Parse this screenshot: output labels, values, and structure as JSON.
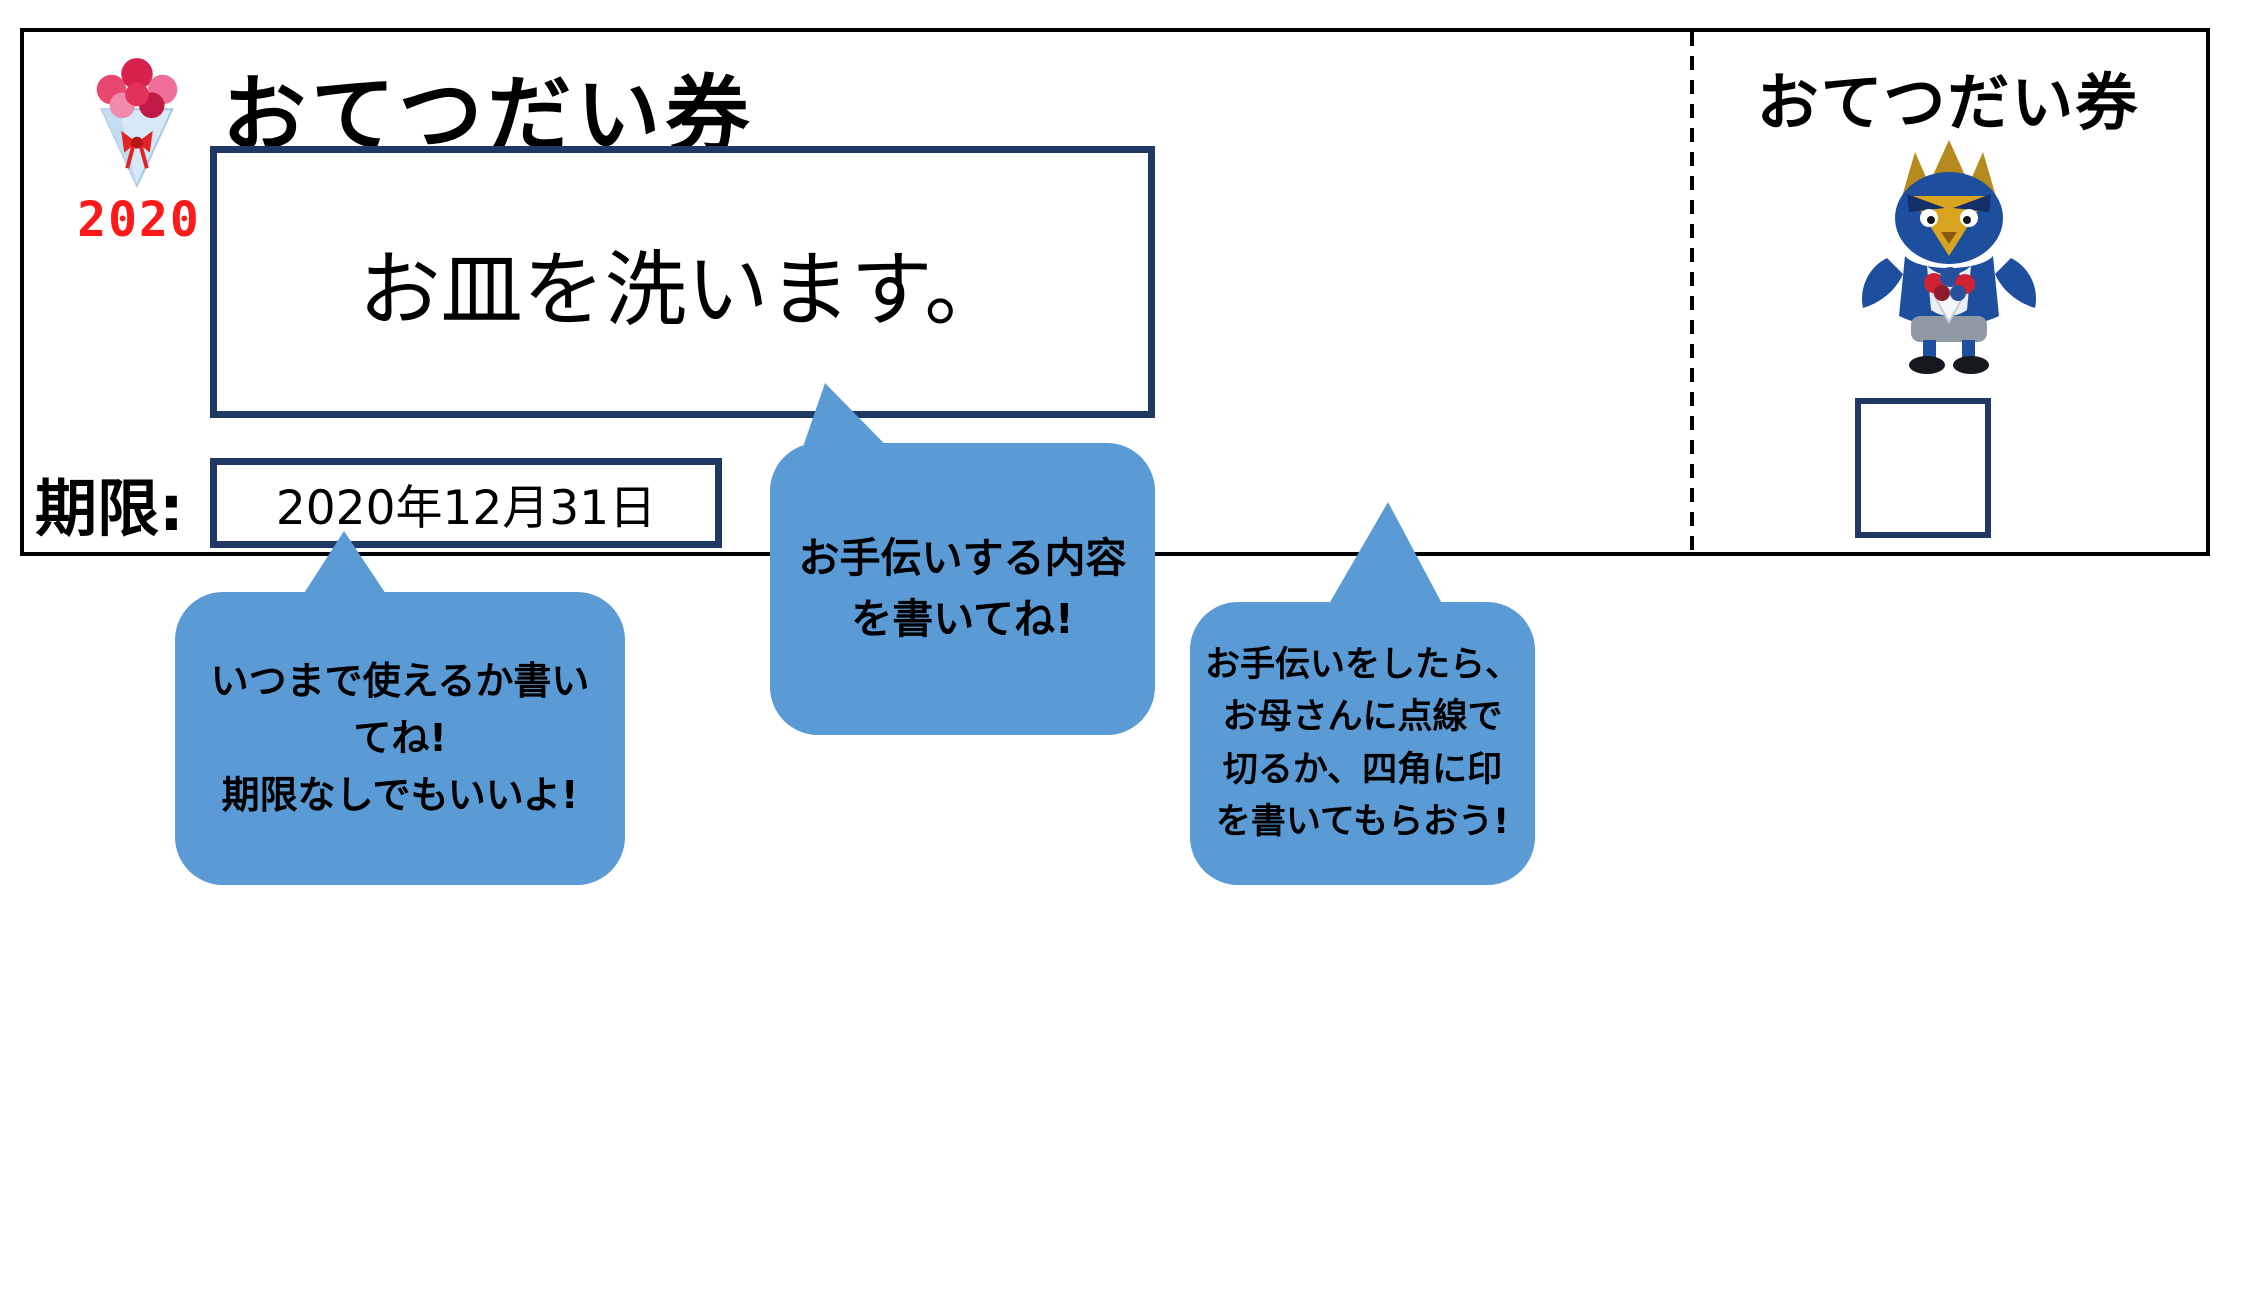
{
  "ticket": {
    "year": "2020",
    "main": {
      "title": "おてつだい券",
      "task_text": "お皿を洗います。",
      "deadline_label": "期限:",
      "deadline_value": "2020年12月31日"
    },
    "stub": {
      "title": "おてつだい券"
    }
  },
  "bubbles": {
    "task": "お手伝いする内容\nを書いてね!",
    "deadline": "いつまで使えるか書い\nてね!\n期限なしでもいいよ!",
    "stamp": "お手伝いをしたら、\nお母さんに点線で\n切るか、四角に印\nを書いてもらおう!"
  },
  "icons": {
    "bouquet": "carnation-bouquet",
    "mascot": "blue-bird-mascot-with-bouquet"
  },
  "colors": {
    "box_navy": "#1f3864",
    "bubble_blue": "#5b9bd5",
    "year_red": "#ff1a1a",
    "border_black": "#000000"
  }
}
